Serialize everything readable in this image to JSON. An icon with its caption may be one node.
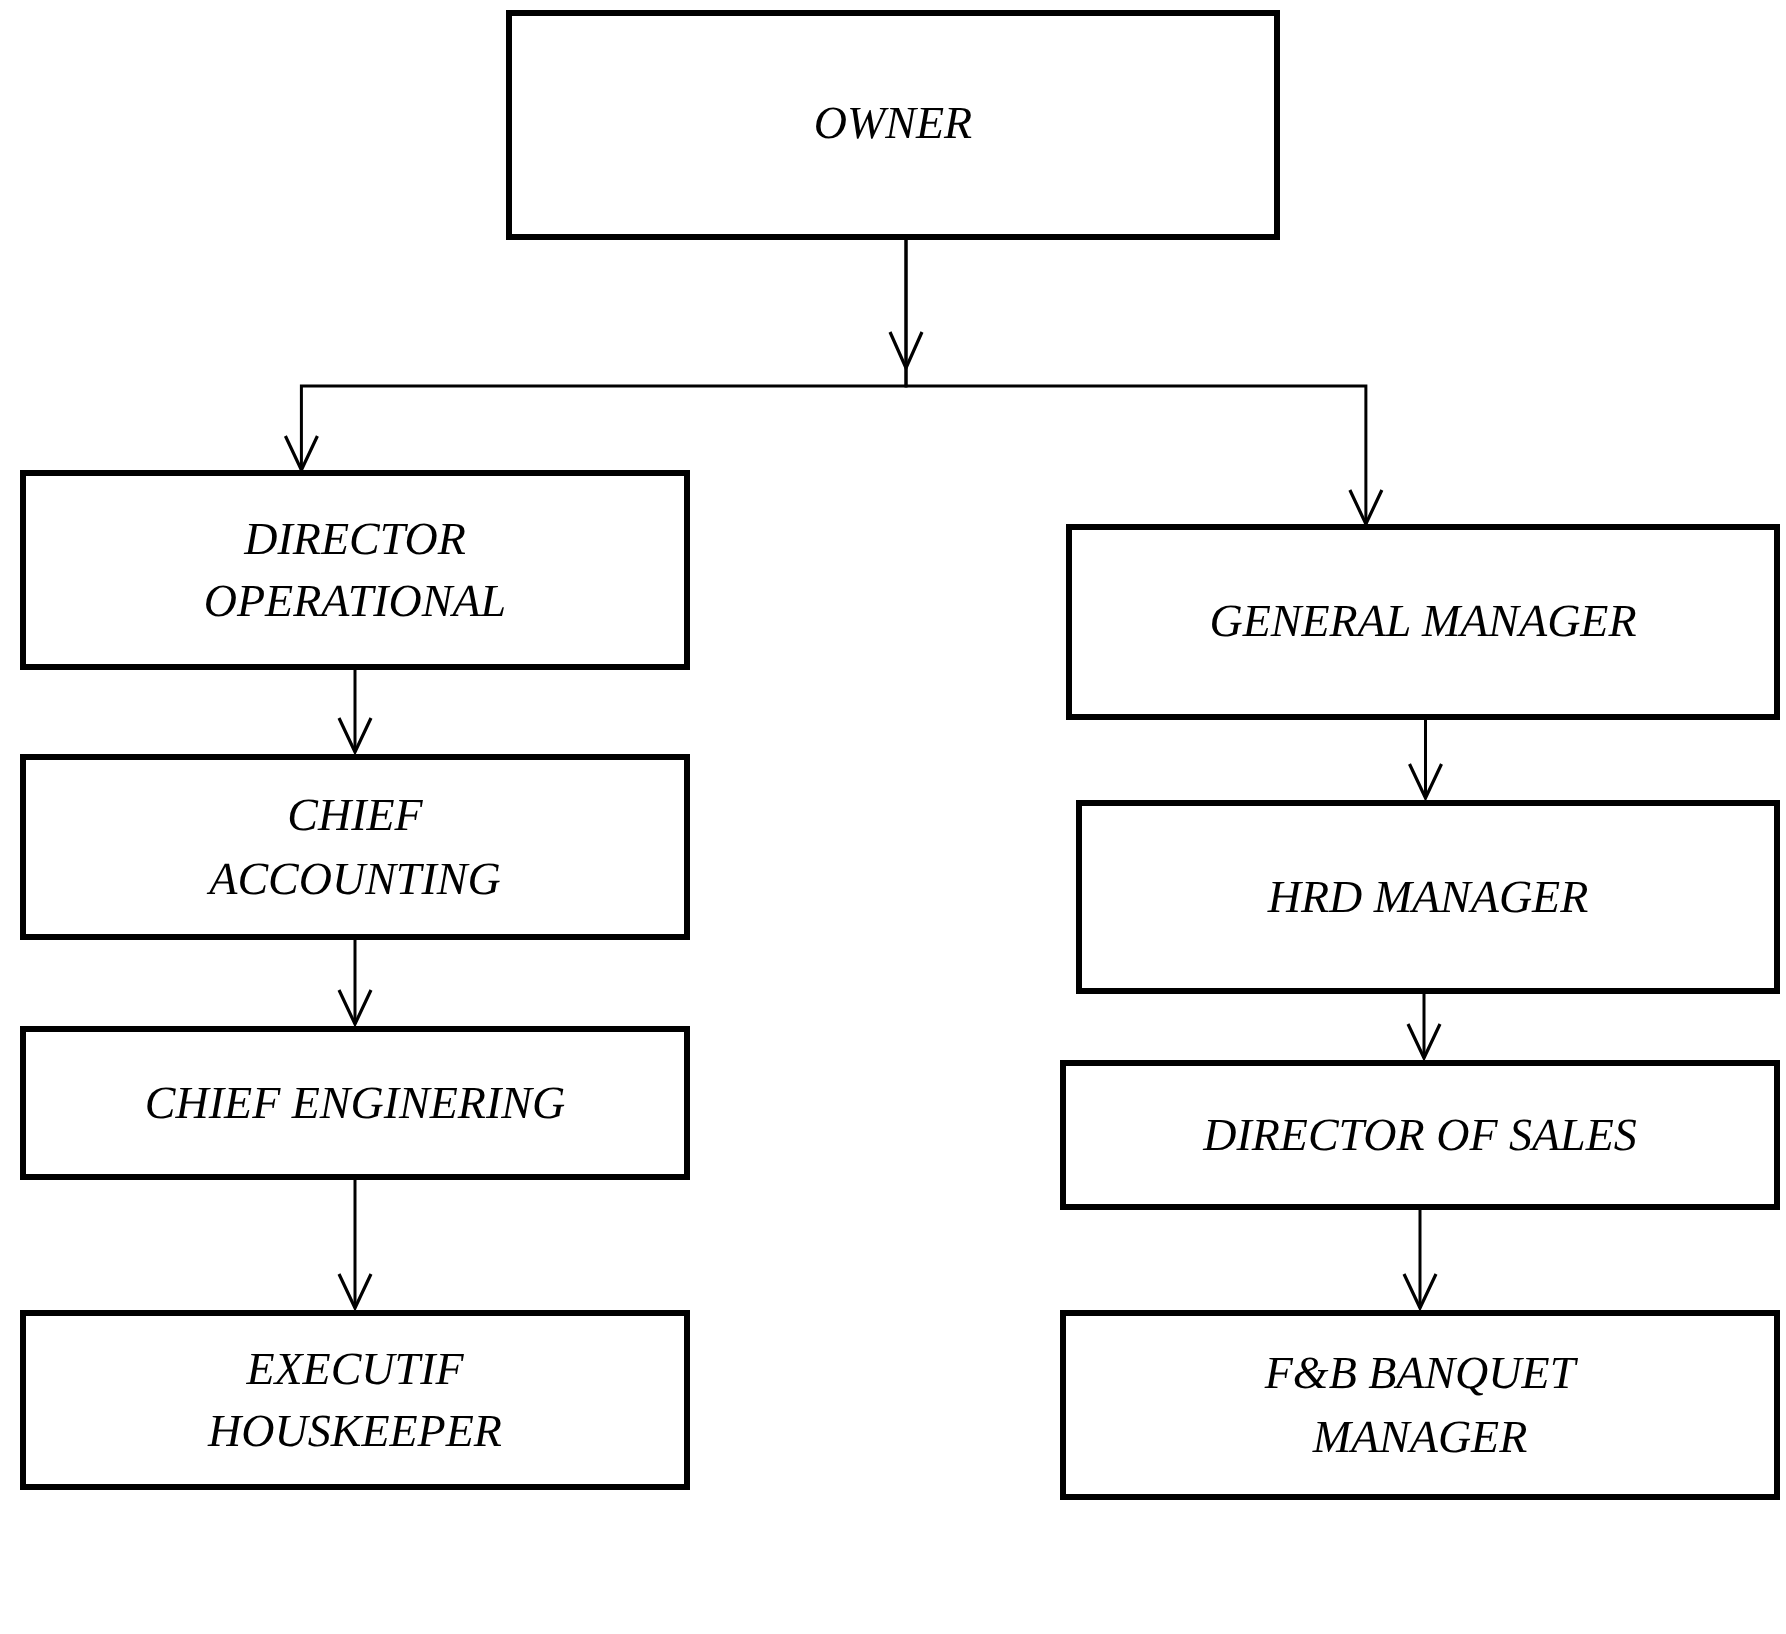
{
  "diagram": {
    "nodes": [
      {
        "text": [
          "OWNER"
        ]
      },
      {
        "text": [
          "DIRECTOR OPERATIONAL"
        ]
      },
      {
        "text": [
          "GENERAL MANAGER"
        ]
      },
      {
        "text": [
          "CHIEF ACCOUNTING"
        ]
      },
      {
        "text": [
          "HRD MANAGER"
        ]
      },
      {
        "text": [
          "CHIEF ENGINERING"
        ]
      },
      {
        "text": [
          "DIRECTOR OF SALES"
        ]
      },
      {
        "text": [
          "EXECUTIF HOUSKEEPER"
        ]
      },
      {
        "text": [
          "F&B BANQUET MANAGER"
        ]
      }
    ],
    "edges": [
      {
        "from": 0,
        "to": 1,
        "arrow": "to"
      },
      {
        "from": 0,
        "to": 2,
        "arrow": "to"
      },
      {
        "from": 1,
        "to": 3,
        "arrow": "to"
      },
      {
        "from": 3,
        "to": 5,
        "arrow": "to"
      },
      {
        "from": 5,
        "to": 7,
        "arrow": "to"
      },
      {
        "from": 2,
        "to": 4,
        "arrow": "to"
      },
      {
        "from": 4,
        "to": 6,
        "arrow": "to"
      },
      {
        "from": 6,
        "to": 8,
        "arrow": "to"
      }
    ]
  }
}
